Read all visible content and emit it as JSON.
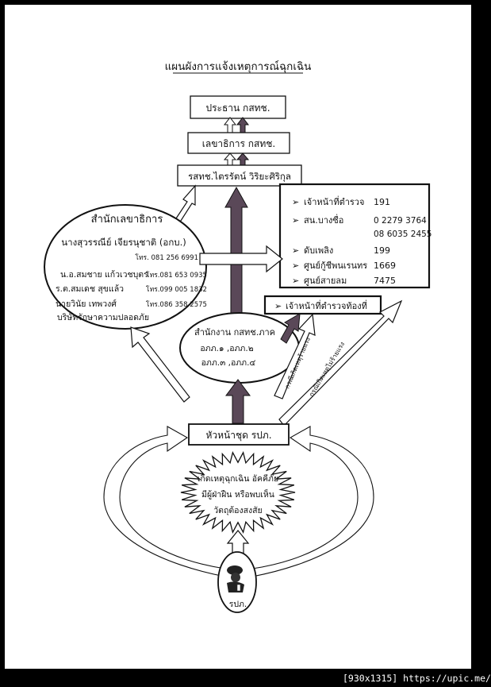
{
  "title": "แผนผังการแจ้งเหตุการณ์ฉุกเฉิน",
  "boxes": {
    "chairman": "ประธาน กสทช.",
    "secretary": "เลขาธิการ กสทช.",
    "deputy": "รสทช.ไตรรัตน์  วิริยะศิริกุล",
    "local_police": "เจ้าหน้าที่ตำรวจท้องที่",
    "team_leader": "หัวหน้าชุด รปภ."
  },
  "office": {
    "title": "สำนักเลขาธิการ",
    "director": "นางสุวรรณีย์ เจียรนุชาติ (อกบ.)",
    "director_phone": "โทร. 081 256 6991",
    "staff": [
      {
        "name": "น.อ.สมชาย แก้วเวชบุตร",
        "phone": "โทร.081 653 0935"
      },
      {
        "name": "ร.ต.สมเดช  สุขแล้ว",
        "phone": "โทร.099 005 1832"
      },
      {
        "name": "นายวินัย  เทพวงศ์",
        "phone": "โทร.086 358 2575"
      }
    ],
    "company": "บริษัทรักษาความปลอดภัย"
  },
  "regional": {
    "title": "สำนักงาน กสทช.ภาค",
    "line1": "อภภ.๑ ,อภภ.๒",
    "line2": "อภภ.๓ ,อภภ.๔"
  },
  "contacts": [
    {
      "label": "เจ้าหน้าที่ตำรวจ",
      "number": "191"
    },
    {
      "label": "สน.บางซื่อ",
      "number": "0 2279 3764"
    },
    {
      "label": "",
      "number": "08 6035 2455"
    },
    {
      "label": "ดับเพลิง",
      "number": "199"
    },
    {
      "label": "ศูนย์กู้ชีพนเรนทร",
      "number": "1669"
    },
    {
      "label": "ศูนย์สายลม",
      "number": "7475"
    }
  ],
  "arrow_labels": {
    "short": "กรณีเกิดเหตุร้ายแรง",
    "long": "กรณีเกิดเหตุไม่ร้ายแรง"
  },
  "incident": {
    "line1": "เกิดเหตุฉุกเฉิน อัคคีภัย",
    "line2": "มีผู้ฝ่าฝืน หรือพบเห็น",
    "line3": "วัตถุต้องสงสัย"
  },
  "guard": "รปภ.",
  "footer": "[930x1315] https://upic.me/",
  "colors": {
    "dark_arrow": "#5a4858",
    "line": "#111111"
  }
}
